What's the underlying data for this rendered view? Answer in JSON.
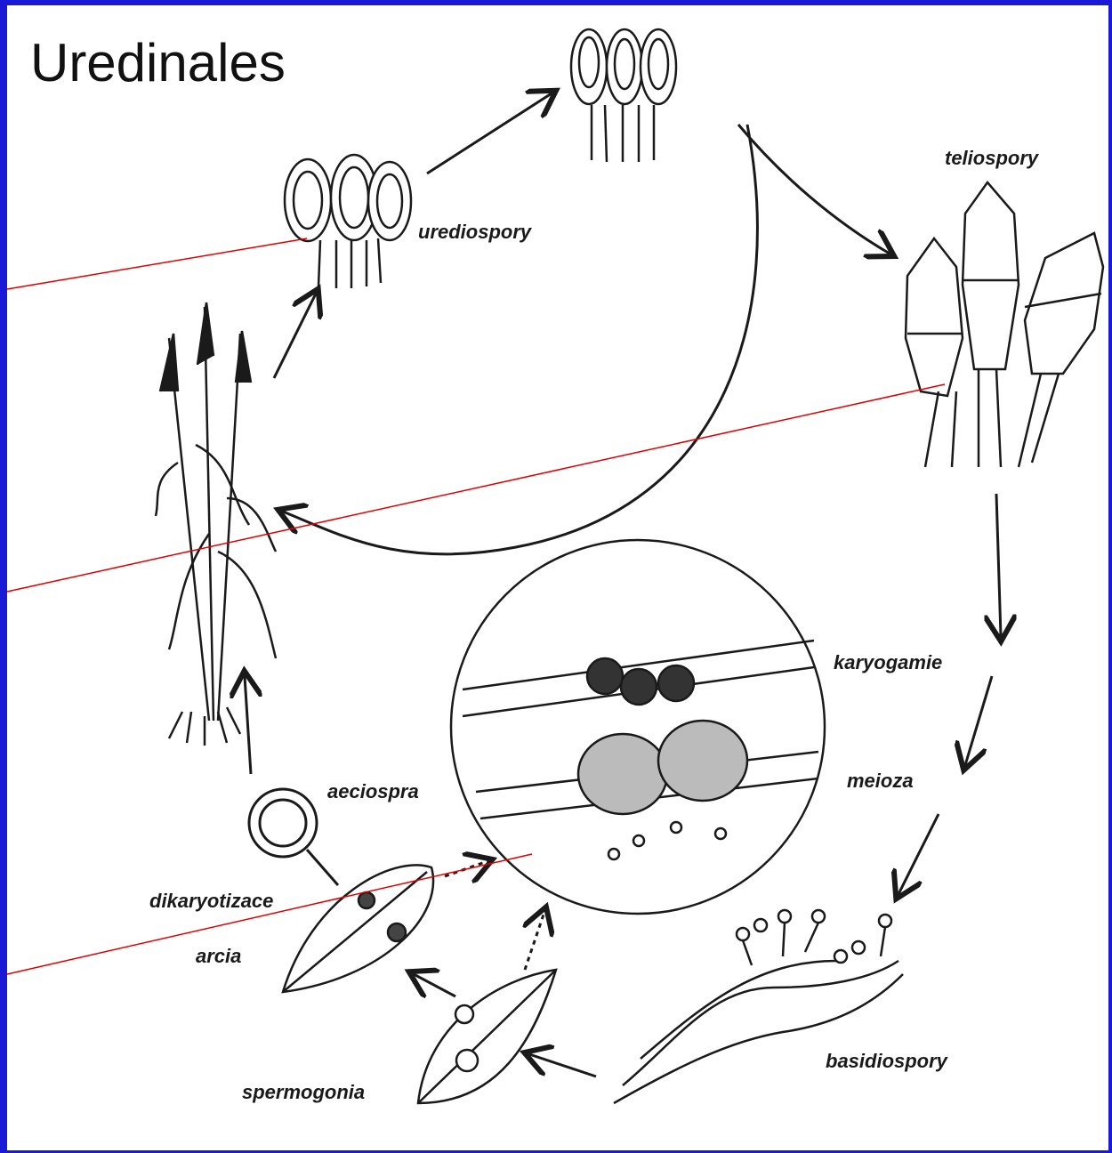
{
  "title": "Uredinales",
  "labels": {
    "urediospory": "urediospory",
    "teliospory": "teliospory",
    "karyogamie": "karyogamie",
    "meioza": "meioza",
    "basidiospory": "basidiospory",
    "spermogonia": "spermogonia",
    "arcia": "arcia",
    "dikaryotizace": "dikaryotizace",
    "aeciospra": "aeciospra"
  },
  "colors": {
    "background_border": "#1a1ad6",
    "slide": "#ffffff",
    "pointer_lines": "#e00000",
    "ink": "#1a1a1a"
  }
}
